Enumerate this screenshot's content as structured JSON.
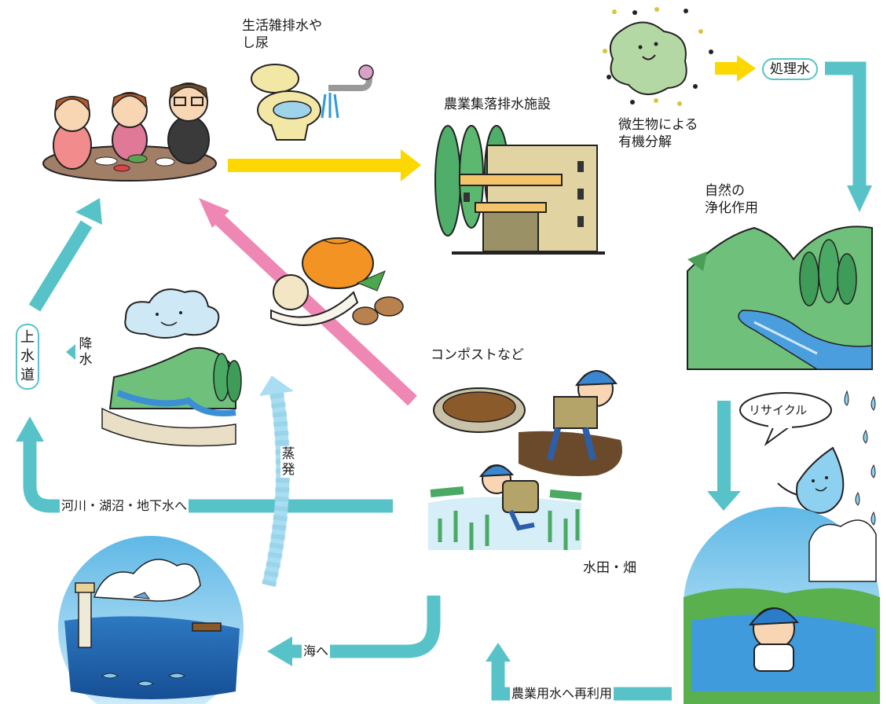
{
  "labels": {
    "wastewater": [
      "生活雑排水や",
      "し尿"
    ],
    "facility": "農業集落排水施設",
    "microbe": [
      "微生物による",
      "有機分解"
    ],
    "treated_water": "処理水",
    "natural_purification": [
      "自然の",
      "浄化作用"
    ],
    "recycle": "リサイクル",
    "compost": "コンポストなど",
    "paddy": "水田・畑",
    "waterworks": [
      "上",
      "水",
      "道"
    ],
    "rain": [
      "降",
      "水"
    ],
    "evaporation": [
      "蒸",
      "発"
    ],
    "to_rivers": "河川・湖沼・地下水へ",
    "to_sea": "海へ",
    "reuse": "農業用水へ再利用"
  },
  "colors": {
    "flow_arrow": "#57c3c8",
    "waste_arrow": "#fcd800",
    "compost_arrow": "#ef87b4",
    "evaporation_arrow": "#a8ddf2"
  }
}
